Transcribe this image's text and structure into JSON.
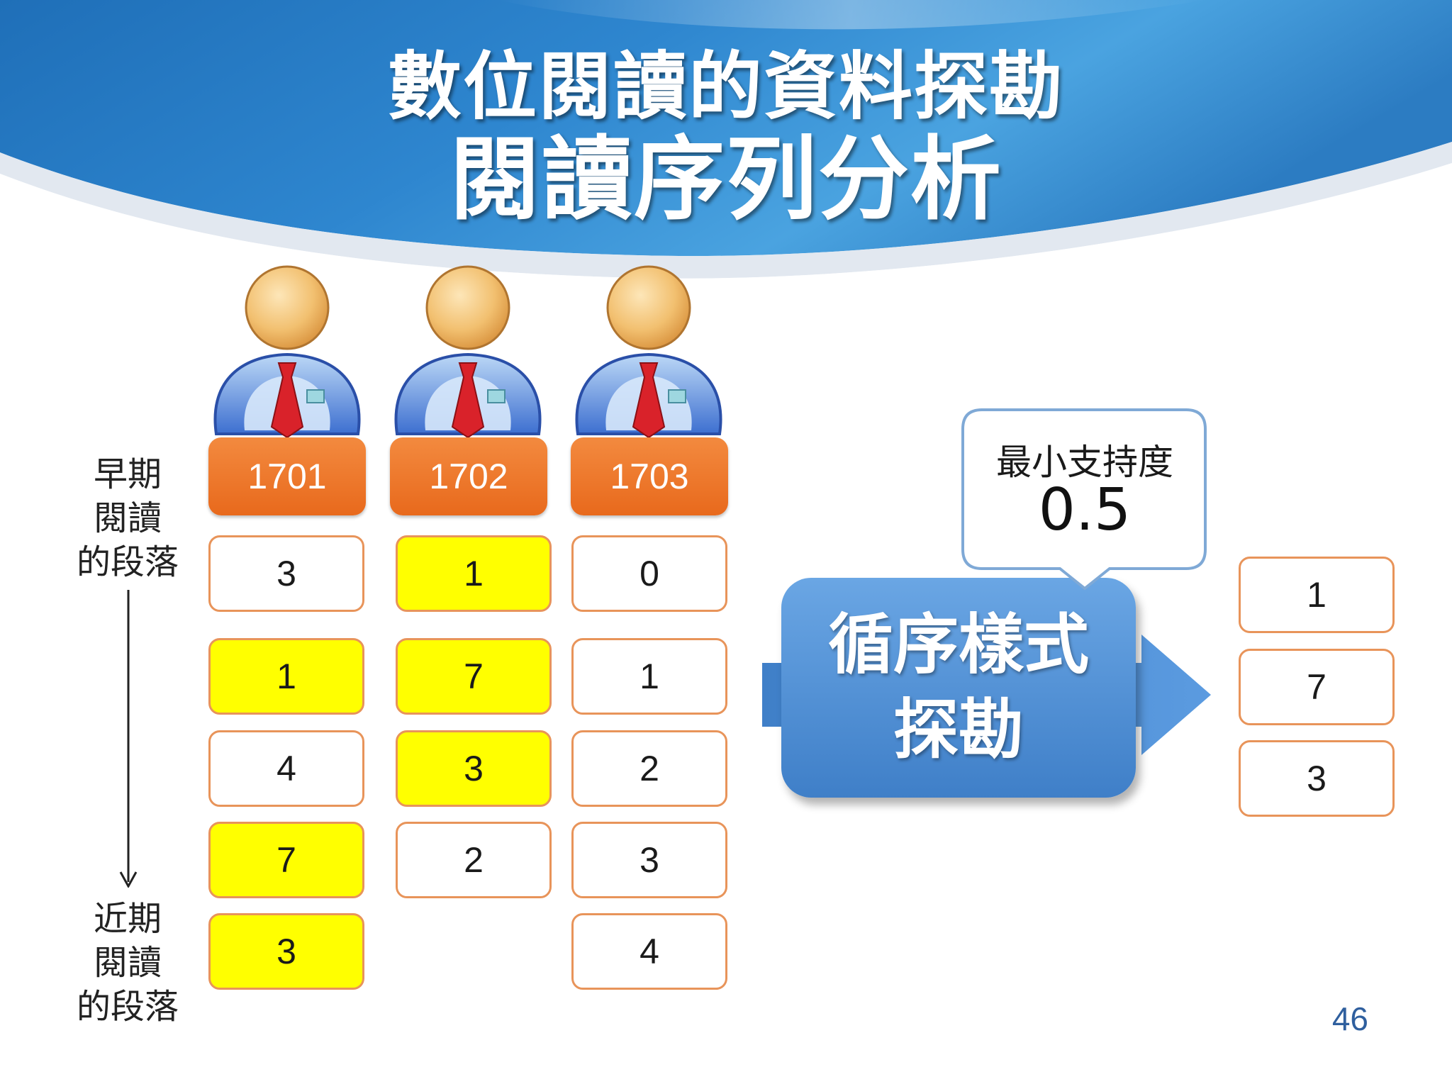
{
  "header": {
    "title_line1": "數位閱讀的資料探勘",
    "title_line2": "閱讀序列分析"
  },
  "axis": {
    "top_label": [
      "早期",
      "閱讀",
      "的段落"
    ],
    "bottom_label": [
      "近期",
      "閱讀",
      "的段落"
    ]
  },
  "readers": [
    {
      "id": "1701",
      "sequence": [
        {
          "value": "3",
          "highlighted": false
        },
        {
          "value": "1",
          "highlighted": true
        },
        {
          "value": "4",
          "highlighted": false
        },
        {
          "value": "7",
          "highlighted": true
        },
        {
          "value": "3",
          "highlighted": true
        }
      ]
    },
    {
      "id": "1702",
      "sequence": [
        {
          "value": "1",
          "highlighted": true
        },
        {
          "value": "7",
          "highlighted": true
        },
        {
          "value": "3",
          "highlighted": true
        },
        {
          "value": "2",
          "highlighted": false
        }
      ]
    },
    {
      "id": "1703",
      "sequence": [
        {
          "value": "0",
          "highlighted": false
        },
        {
          "value": "1",
          "highlighted": false
        },
        {
          "value": "2",
          "highlighted": false
        },
        {
          "value": "3",
          "highlighted": false
        },
        {
          "value": "4",
          "highlighted": false
        }
      ]
    }
  ],
  "callout": {
    "label": "最小支持度",
    "value": "0.5"
  },
  "mining_box": {
    "line1": "循序樣式",
    "line2": "探勘"
  },
  "result": [
    "1",
    "7",
    "3"
  ],
  "page_number": "46",
  "colors": {
    "header_blue": "#2e7cc4",
    "reader_orange": "#ee7a2e",
    "cell_border": "#e8945a",
    "highlight": "#ffff00",
    "mining_box": "#4a8ed6"
  },
  "icons": [
    "user-avatar-icon",
    "down-arrow-icon",
    "right-arrow-icon"
  ]
}
